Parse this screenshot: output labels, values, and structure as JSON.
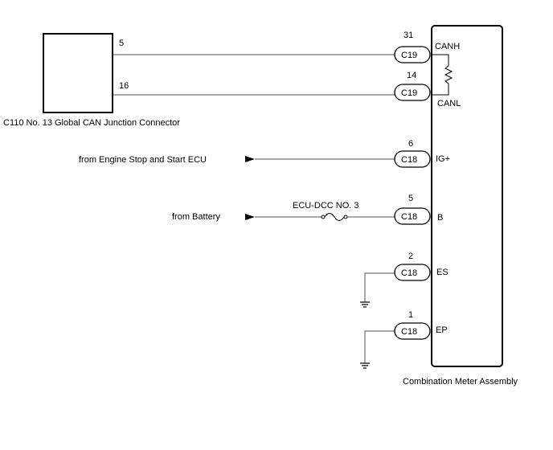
{
  "left_component": {
    "label": "C110 No. 13 Global CAN Junction Connector",
    "pins": {
      "canh": "5",
      "canl": "16"
    }
  },
  "meter": {
    "label": "Combination Meter Assembly"
  },
  "sources": {
    "engine_ecu": "from Engine Stop and Start ECU",
    "battery": "from Battery"
  },
  "fuse_label": "ECU-DCC NO. 3",
  "connectors": [
    {
      "pin": "31",
      "connector": "C19",
      "terminal": "CANH"
    },
    {
      "pin": "14",
      "connector": "C19",
      "terminal": "CANL"
    },
    {
      "pin": "6",
      "connector": "C18",
      "terminal": "IG+"
    },
    {
      "pin": "5",
      "connector": "C18",
      "terminal": "B"
    },
    {
      "pin": "2",
      "connector": "C18",
      "terminal": "ES"
    },
    {
      "pin": "1",
      "connector": "C18",
      "terminal": "EP"
    }
  ]
}
